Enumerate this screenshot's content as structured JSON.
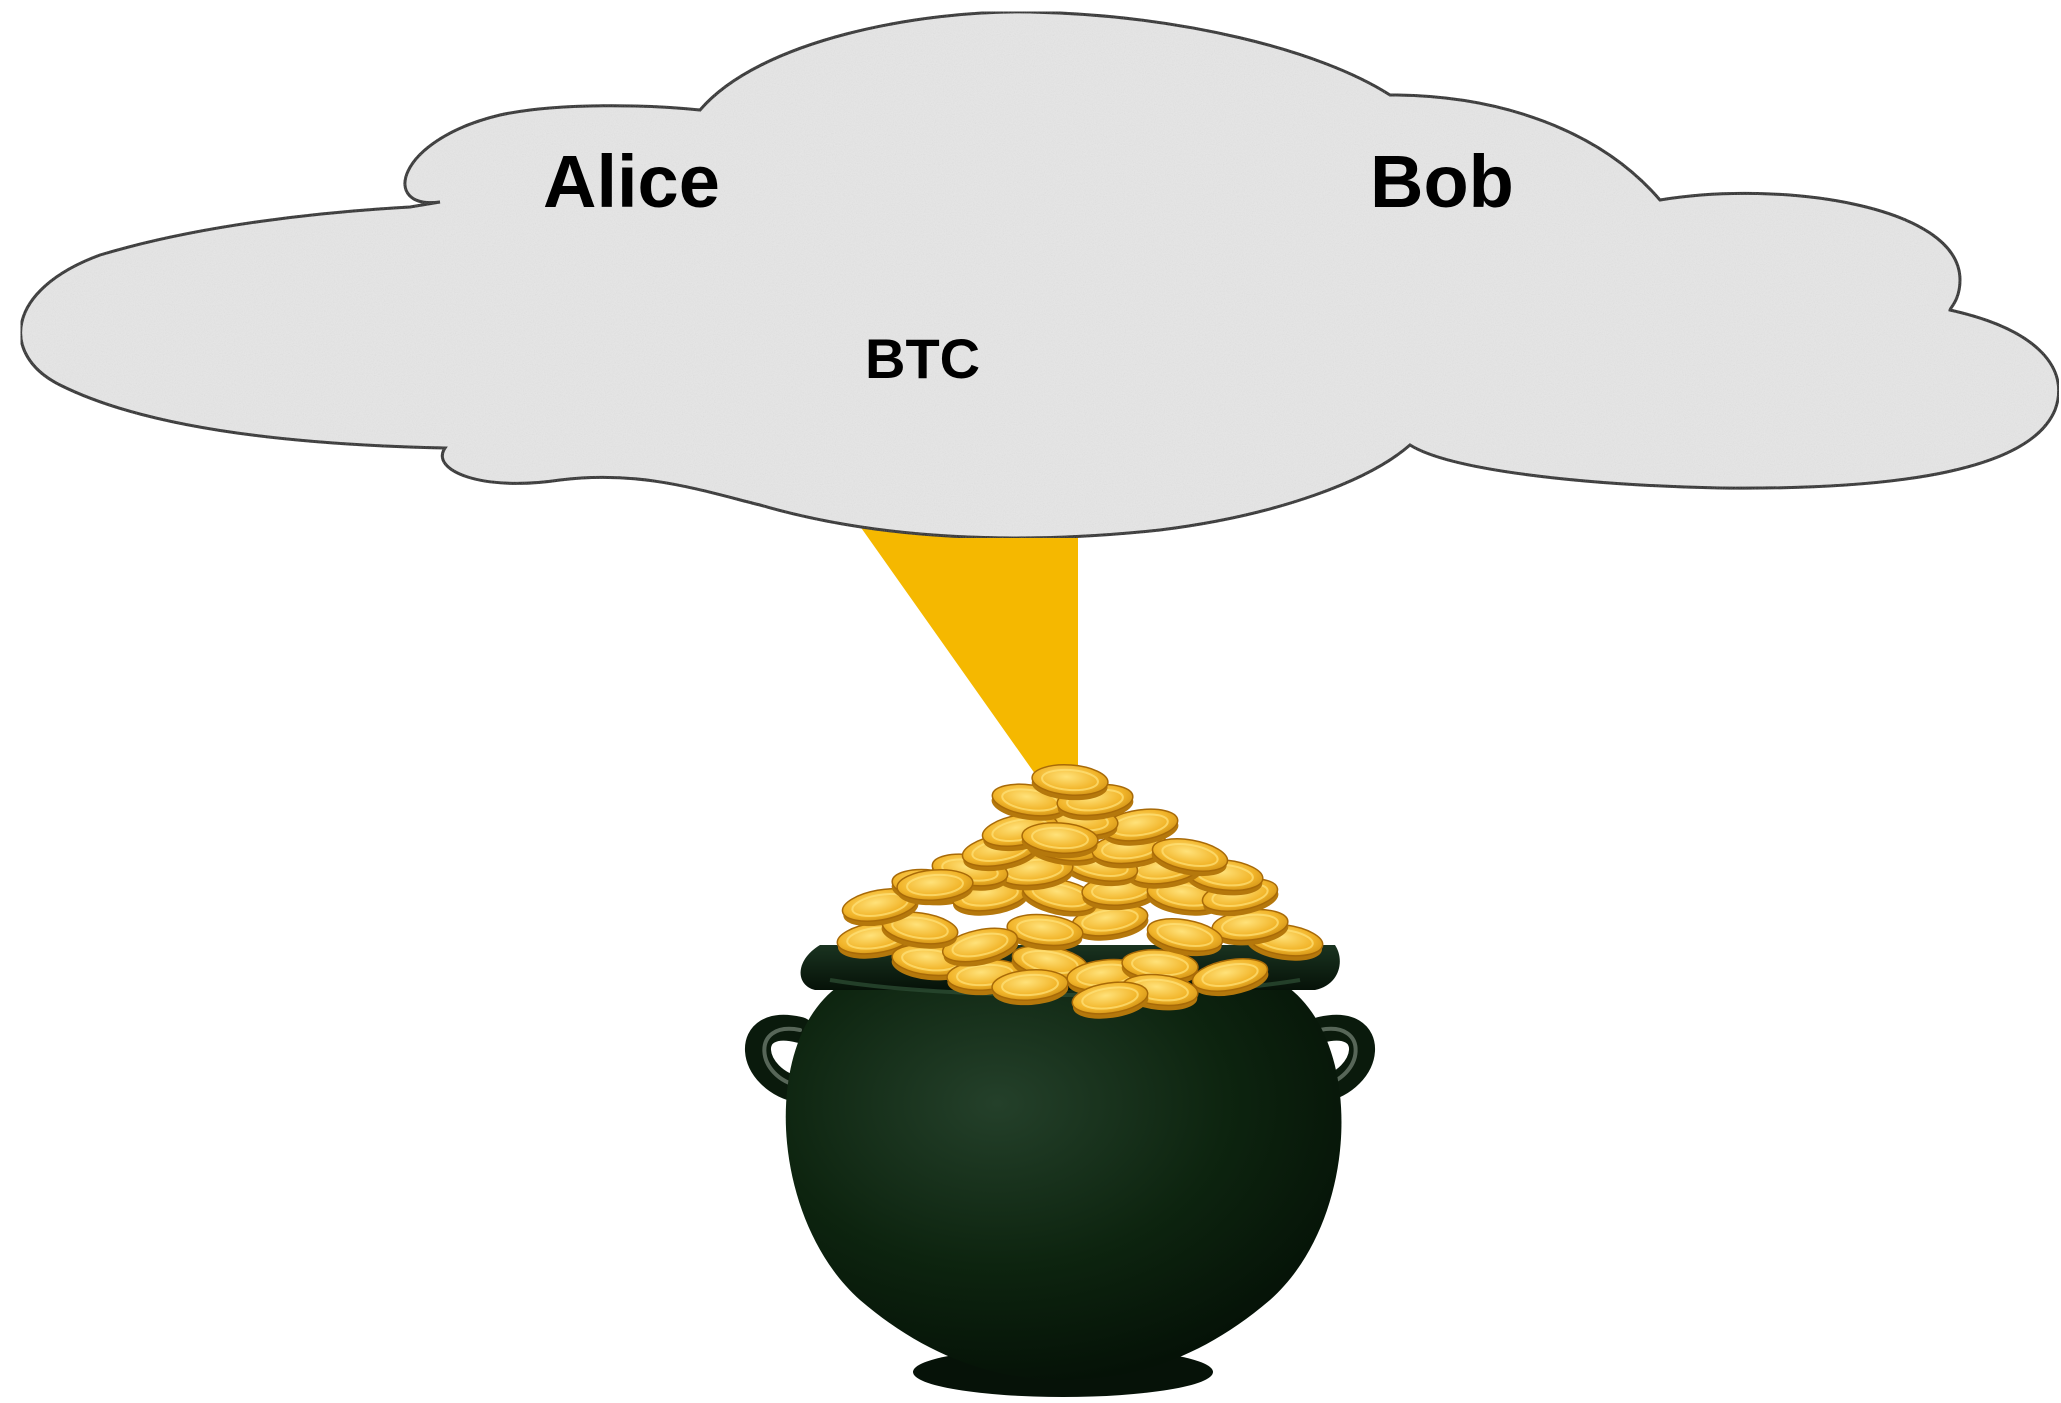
{
  "cloud": {
    "labels": {
      "alice": "Alice",
      "bob": "Bob",
      "btc": "BTC"
    }
  },
  "colors": {
    "cloud_fill": "#e6e6e6",
    "cloud_stroke": "#222222",
    "beam": "#f5b800",
    "pot_body": "#0d240f",
    "pot_highlight": "#24402a",
    "coin_gold": "#f2b52a",
    "coin_highlight": "#ffe27a",
    "coin_edge": "#b5780c"
  },
  "icons": {
    "cloud": "cloud-shape",
    "pot": "pot-of-gold-icon",
    "beam": "light-beam"
  }
}
